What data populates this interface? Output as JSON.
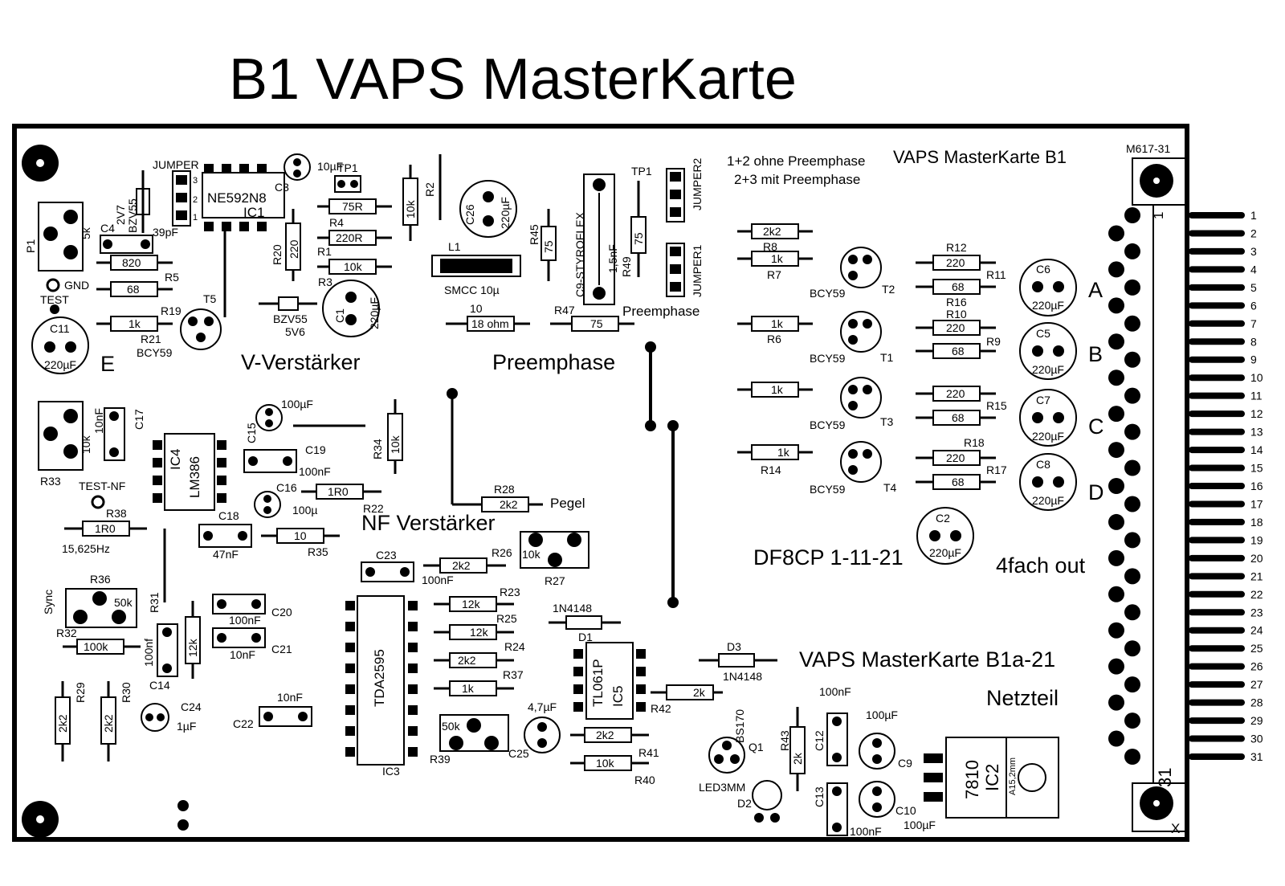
{
  "title": "B1 VAPS MasterKarte",
  "header_note": {
    "line1": "1+2 ohne Preemphase",
    "line2": "2+3 mit Preemphase"
  },
  "board_labels": {
    "board_name_top": "VAPS MasterKarte B1",
    "board_code": "M617-31",
    "board_name_bottom": "VAPS MasterKarte B1a-21",
    "netzteil": "Netzteil",
    "author_date": "DF8CP 1-11-21",
    "output": "4fach out",
    "corner_x": "X"
  },
  "sections": {
    "v_verstaerker": "V-Verstärker",
    "preemphase": "Preemphase",
    "nf_verstaerker": "NF Verstärker",
    "preemphase_small": "Preemphase"
  },
  "outputs": [
    "A",
    "B",
    "C",
    "D",
    "E"
  ],
  "connector": {
    "pins": [
      "1",
      "2",
      "3",
      "4",
      "5",
      "6",
      "7",
      "8",
      "9",
      "10",
      "11",
      "12",
      "13",
      "14",
      "15",
      "16",
      "17",
      "18",
      "19",
      "20",
      "21",
      "22",
      "23",
      "24",
      "25",
      "26",
      "27",
      "28",
      "29",
      "30",
      "31"
    ],
    "pin_first": "1",
    "pin_last": "31"
  },
  "ics": {
    "ic1_type": "NE592N8",
    "ic1_ref": "IC1",
    "ic4_ref": "IC4",
    "ic4_type": "LM386",
    "ic3_type": "TDA2595",
    "ic3_ref": "IC3",
    "ic5_type": "TL061P",
    "ic5_ref": "IC5",
    "ic2_type": "7810",
    "ic2_ref": "IC2",
    "ic2_note": "A15,2mm"
  },
  "resistors": {
    "r2": "R2",
    "r2_val": "10k",
    "r4": "R4",
    "r4_val": "75R",
    "r1": "R1",
    "r1_val": "220R",
    "r3": "R3",
    "r3_val": "10k",
    "r20": "R20",
    "r20_val": "220",
    "r5": "R5",
    "r5_top_val": "820",
    "r5_val": "68",
    "r19": "R19",
    "r21": "R21",
    "r21_val": "1k",
    "r45": "R45",
    "r45_val": "75",
    "r49": "R49",
    "r49_val": "75",
    "r10_label": "10",
    "r10_val": "18 ohm",
    "r47": "R47",
    "r47_val": "75",
    "r8": "R8",
    "r8_val": "2k2",
    "r7": "R7",
    "r7_val": "1k",
    "r6": "R6",
    "r6_val": "1k",
    "r14": "R14",
    "r14_val": "1k",
    "t3_base_val": "1k",
    "r12": "R12",
    "r12_val": "220",
    "r11": "R11",
    "r11_val": "68",
    "r16": "R16",
    "r10": "R10",
    "r10b_val": "220",
    "r9": "R9",
    "r9_val": "68",
    "r15": "R15",
    "r15_val": "68",
    "r15_top_val": "220",
    "r18": "R18",
    "r18_val": "220",
    "r17": "R17",
    "r17_val": "68",
    "r33": "R33",
    "r33_val": "10k",
    "r34": "R34",
    "r34_val": "10k",
    "r22": "R22",
    "r22_val": "1R0",
    "r38": "R38",
    "r38_val": "1R0",
    "r35": "R35",
    "r35_val": "10",
    "r28": "R28",
    "r28_val": "2k2",
    "r26": "R26",
    "r26_val": "2k2",
    "r27": "R27",
    "r27_val": "10k",
    "r36": "R36",
    "r36_val": "50k",
    "r31": "R31",
    "r31_val": "12k",
    "r32": "R32",
    "r32_val": "100k",
    "r29": "R29",
    "r29_val": "2k2",
    "r30": "R30",
    "r30_val": "2k2",
    "r23": "R23",
    "r23_val": "12k",
    "r25": "R25",
    "r25_val": "12k",
    "r24": "R24",
    "r24_val": "2k2",
    "r37": "R37",
    "r37_val": "1k",
    "r42": "R42",
    "r42_val": "2k",
    "r39": "R39",
    "r39_val": "50k",
    "r41": "R41",
    "r41_val": "2k2",
    "r40": "R40",
    "r40_val": "10k",
    "r43": "R43",
    "r43_val": "2k",
    "p1": "P1",
    "p1_val": "5k"
  },
  "capacitors": {
    "c3": "C3",
    "c3_val": "10µF",
    "c4": "C4",
    "c4_val": "39pF",
    "c26": "C26",
    "c26_val": "220µF",
    "c1": "C1",
    "c1_val": "220µF",
    "c11": "C11",
    "c11_val": "220µF",
    "c9_styro": "C9-STYROFLEX",
    "c9_styro_val": "1,5nF",
    "c6": "C6",
    "c6_val": "220µF",
    "c5": "C5",
    "c5_val": "220µF",
    "c7": "C7",
    "c7_val": "220µF",
    "c8": "C8",
    "c8_val": "220µF",
    "c2": "C2",
    "c2_val": "220µF",
    "c17": "C17",
    "c17_val": "10nF",
    "c15": "C15",
    "c15_val": "100µF",
    "c19": "C19",
    "c19_val": "100nF",
    "c16": "C16",
    "c16_val": "100µ",
    "c18": "C18",
    "c18_val": "47nF",
    "c23": "C23",
    "c23_val": "100nF",
    "c20": "C20",
    "c20_val": "100nF",
    "c21": "C21",
    "c21_val": "10nF",
    "c14": "C14",
    "c14_val": "100nf",
    "c24": "C24",
    "c24_val": "1µF",
    "c22": "C22",
    "c22_val": "10nF",
    "c25": "C25",
    "c25_val": "4,7µF",
    "c12": "C12",
    "c12_val": "100nF",
    "c9": "C9",
    "c9_val": "100µF",
    "c13": "C13",
    "c13_val": "100nF",
    "c10": "C10",
    "c10_val": "100µF"
  },
  "semis": {
    "t5": "T5",
    "t5_type": "BCY59",
    "t2": "T2",
    "t2_type": "BCY59",
    "t1": "T1",
    "t1_type": "BCY59",
    "t3": "T3",
    "t3_type": "BCY59",
    "t4": "T4",
    "t4_type": "BCY59",
    "zener1_type": "BZV55",
    "zener1_val": "2V7",
    "zener2_type": "BZV55",
    "zener2_val": "5V6",
    "d1": "D1",
    "d1_type": "1N4148",
    "d3": "D3",
    "d3_type": "1N4148",
    "d2": "D2",
    "d2_type": "LED3MM",
    "q1": "Q1",
    "q1_type": "BS170"
  },
  "misc": {
    "jumper_label": "JUMPER",
    "jumper1": "JUMPER1",
    "jumper2": "JUMPER2",
    "tp1_left": "TP1",
    "tp1_right": "TP1",
    "gnd": "GND",
    "test": "TEST",
    "test_nf": "TEST-NF",
    "sync": "Sync",
    "freq": "15,625Hz",
    "pegel": "Pegel",
    "l1": "L1",
    "smcc": "SMCC 10µ",
    "j_num_1": "1",
    "j_num_2": "2",
    "j_num_3": "3"
  }
}
